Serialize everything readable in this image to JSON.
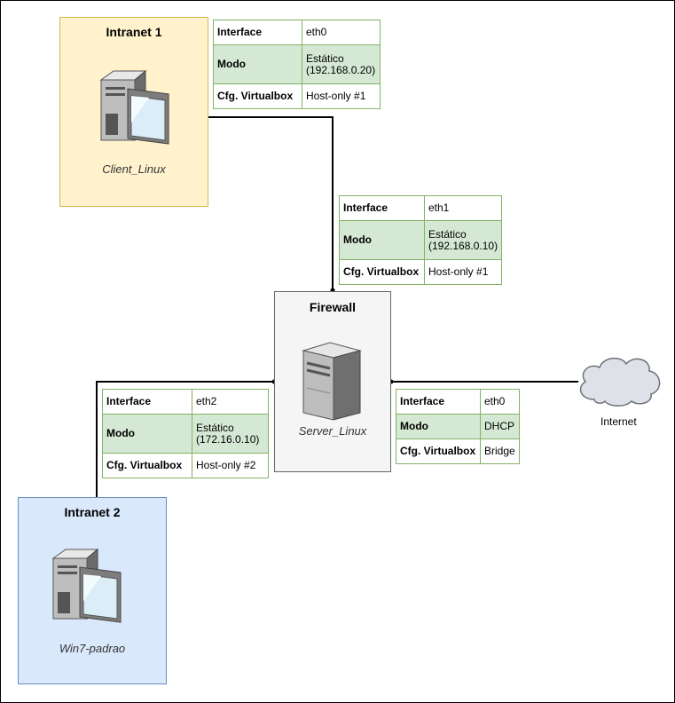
{
  "zones": {
    "intranet1": {
      "title": "Intranet 1",
      "node": "Client_Linux",
      "fill": "#fff2cc",
      "stroke": "#d6b656"
    },
    "firewall": {
      "title": "Firewall",
      "node": "Server_Linux",
      "fill": "#f5f5f5",
      "stroke": "#666666"
    },
    "intranet2": {
      "title": "Intranet 2",
      "node": "Win7-padrao",
      "fill": "#dae8fc",
      "stroke": "#6c8ebf"
    }
  },
  "tables": {
    "client": {
      "rows": [
        {
          "key": "Interface",
          "value": "eth0"
        },
        {
          "key": "Modo",
          "value": "Estático\n(192.168.0.20)"
        },
        {
          "key": "Cfg. Virtualbox",
          "value": "Host-only #1"
        }
      ]
    },
    "fw_eth1": {
      "rows": [
        {
          "key": "Interface",
          "value": "eth1"
        },
        {
          "key": "Modo",
          "value": "Estático\n(192.168.0.10)"
        },
        {
          "key": "Cfg. Virtualbox",
          "value": "Host-only #1"
        }
      ]
    },
    "fw_eth2": {
      "rows": [
        {
          "key": "Interface",
          "value": "eth2"
        },
        {
          "key": "Modo",
          "value": "Estático\n(172.16.0.10)"
        },
        {
          "key": "Cfg. Virtualbox",
          "value": "Host-only #2"
        }
      ]
    },
    "fw_eth0": {
      "rows": [
        {
          "key": "Interface",
          "value": "eth0"
        },
        {
          "key": "Modo",
          "value": "DHCP"
        },
        {
          "key": "Cfg. Virtualbox",
          "value": "Bridge"
        }
      ]
    }
  },
  "internet": {
    "label": "Internet",
    "icon": "cloud-icon"
  },
  "colors": {
    "table_border": "#82b366",
    "table_alt": "#d5e8d4",
    "wire": "#000000"
  }
}
